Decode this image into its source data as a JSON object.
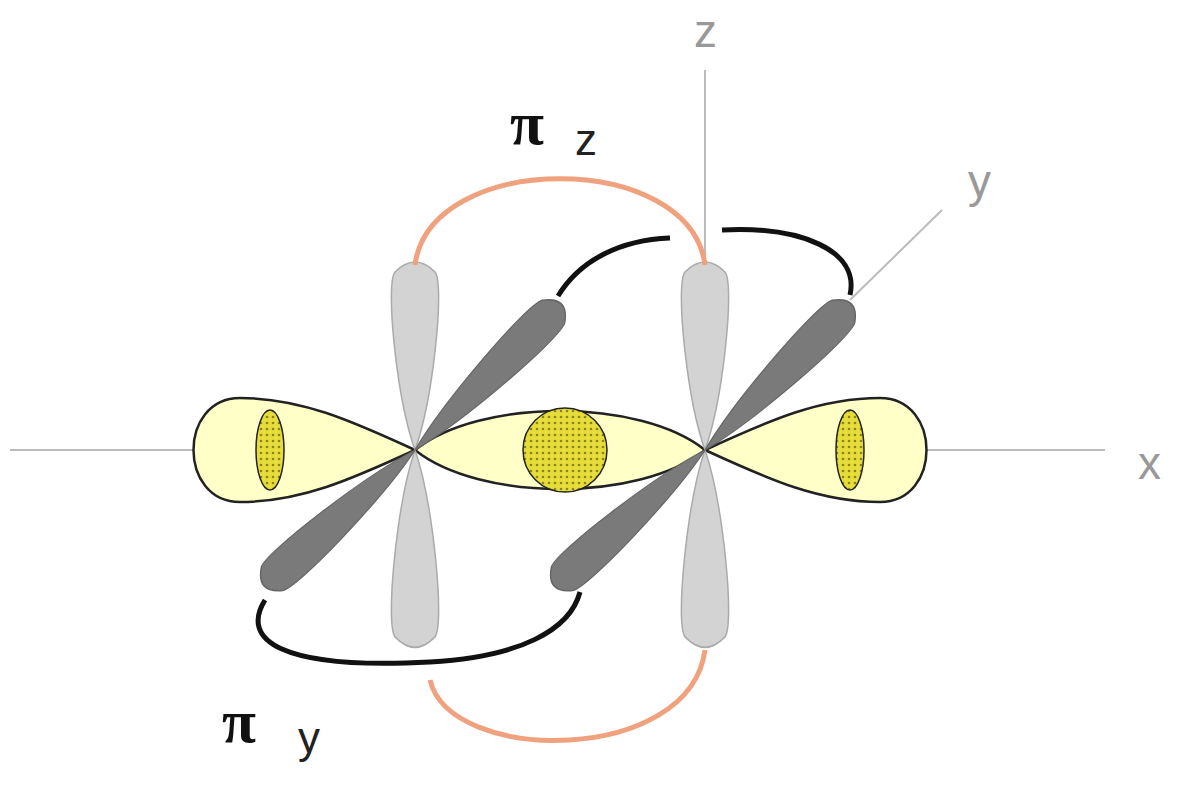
{
  "diagram": {
    "labels": [
      "π",
      "z",
      "z",
      "y",
      "x",
      "π",
      "y"
    ]
  }
}
